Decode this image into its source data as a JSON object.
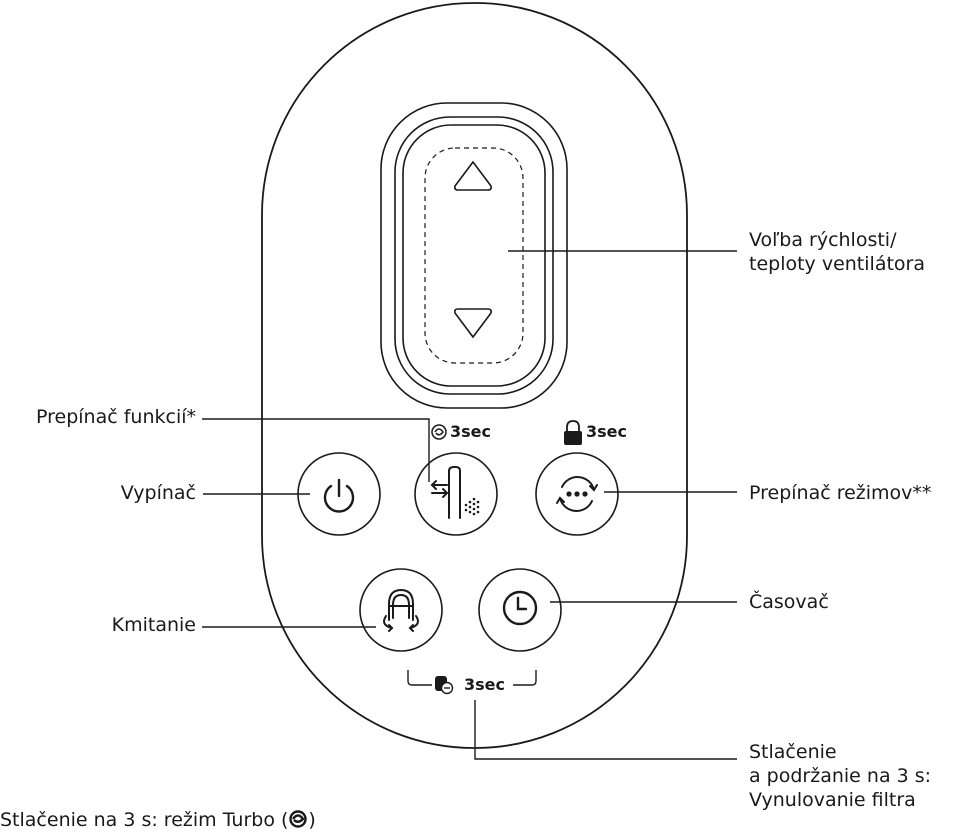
{
  "labels": {
    "speed": [
      "Voľba rýchlosti/",
      "teploty ventilátora"
    ],
    "function_switch": "Prepínač funkcií*",
    "power": "Vypínač",
    "mode_switch": "Prepínač režimov**",
    "oscillation": "Kmitanie",
    "timer": "Časovač",
    "filter_reset": [
      "Stlačenie",
      "a podržanie na 3 s:",
      "Vynulovanie filtra"
    ]
  },
  "hold_badges": {
    "turbo": "3sec",
    "lock": "3sec",
    "filter": "3sec"
  },
  "footnote": {
    "text": "Stlačenie na 3 s: režim Turbo (",
    "suffix": ")"
  },
  "icons": [
    "up-arrow-icon",
    "down-arrow-icon",
    "power-icon",
    "function-switch-icon",
    "mode-cycle-icon",
    "oscillation-icon",
    "timer-icon",
    "turbo-icon",
    "lock-icon",
    "filter-icon"
  ],
  "colors": {
    "stroke": "#1a1a1a",
    "background": "#ffffff"
  }
}
